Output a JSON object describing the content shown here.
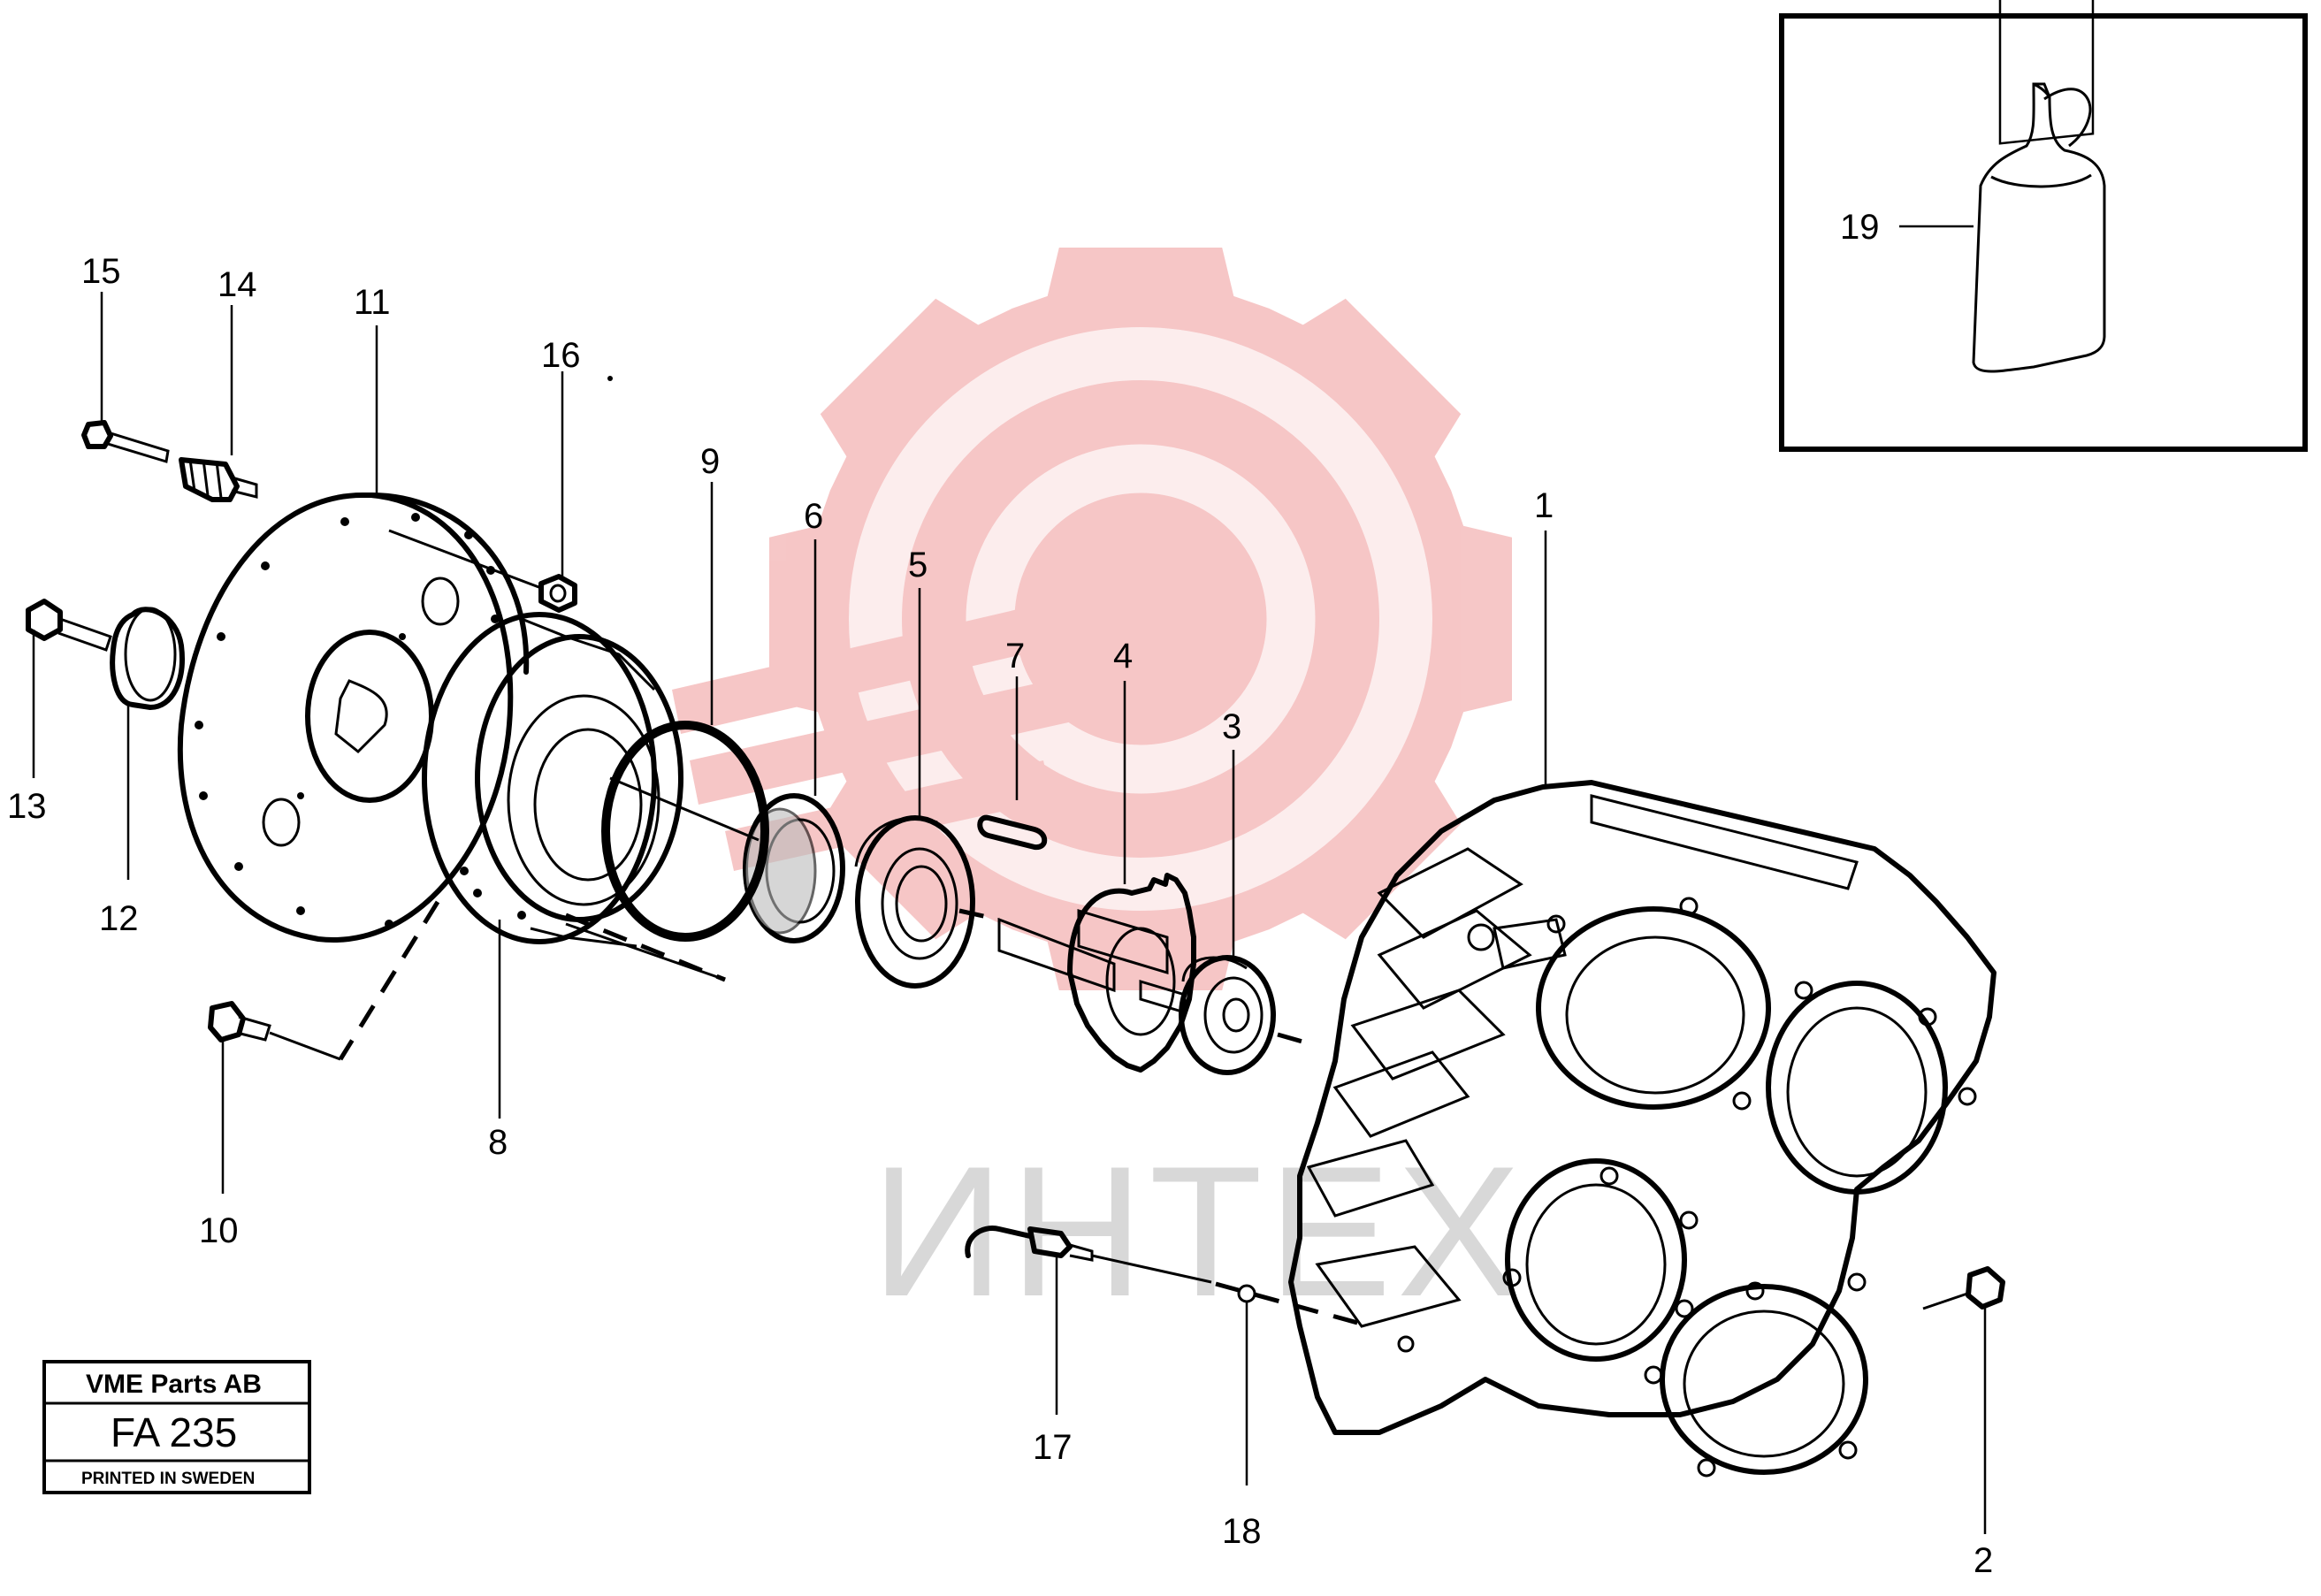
{
  "title_block": {
    "company": "VME Parts AB",
    "drawing_number": "FA 235",
    "printed": "PRINTED IN SWEDEN"
  },
  "watermark": {
    "text": "ИНТЕХ",
    "gear_color": "#f6c4c4",
    "text_color": "#d8d8d8"
  },
  "callouts": [
    {
      "id": "1",
      "text": "1"
    },
    {
      "id": "2",
      "text": "2"
    },
    {
      "id": "3",
      "text": "3"
    },
    {
      "id": "4",
      "text": "4"
    },
    {
      "id": "5",
      "text": "5"
    },
    {
      "id": "6",
      "text": "6"
    },
    {
      "id": "7",
      "text": "7"
    },
    {
      "id": "8",
      "text": "8"
    },
    {
      "id": "9",
      "text": "9"
    },
    {
      "id": "10",
      "text": "10"
    },
    {
      "id": "11",
      "text": "11"
    },
    {
      "id": "12",
      "text": "12"
    },
    {
      "id": "13",
      "text": "13"
    },
    {
      "id": "14",
      "text": "14"
    },
    {
      "id": "15",
      "text": "15"
    },
    {
      "id": "16",
      "text": "16"
    },
    {
      "id": "17",
      "text": "17"
    },
    {
      "id": "18",
      "text": "18"
    },
    {
      "id": "19",
      "text": "19"
    }
  ]
}
